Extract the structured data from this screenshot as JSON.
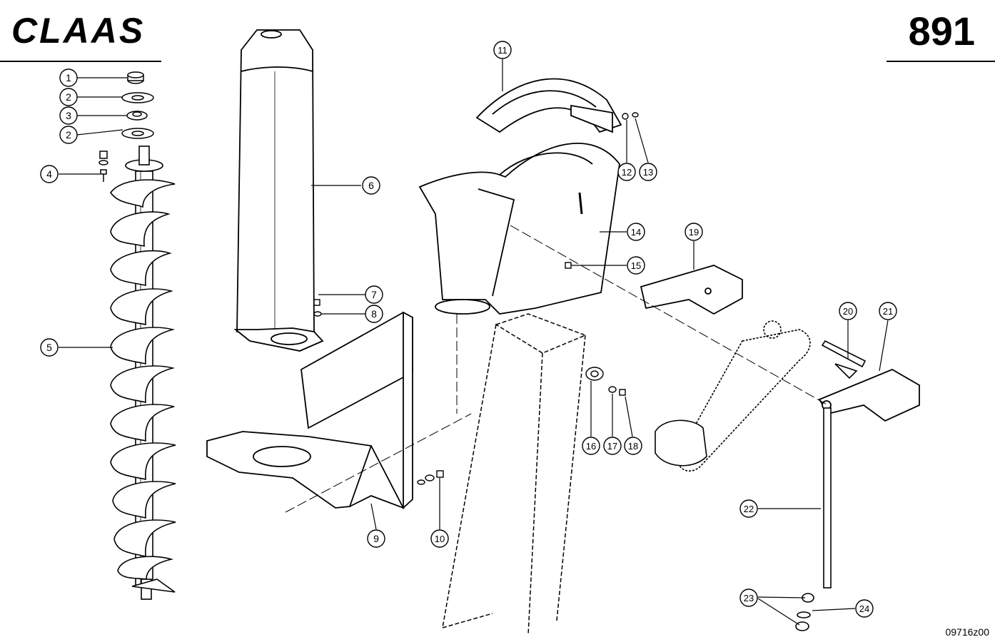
{
  "header": {
    "brand": "CLAAS",
    "page_number": "891"
  },
  "footer": {
    "drawing_number": "09716z00"
  },
  "callouts": [
    "1",
    "2",
    "3",
    "2",
    "4",
    "5",
    "6",
    "7",
    "8",
    "9",
    "10",
    "11",
    "12",
    "13",
    "14",
    "15",
    "16",
    "17",
    "18",
    "19",
    "20",
    "21",
    "22",
    "23",
    "24"
  ]
}
